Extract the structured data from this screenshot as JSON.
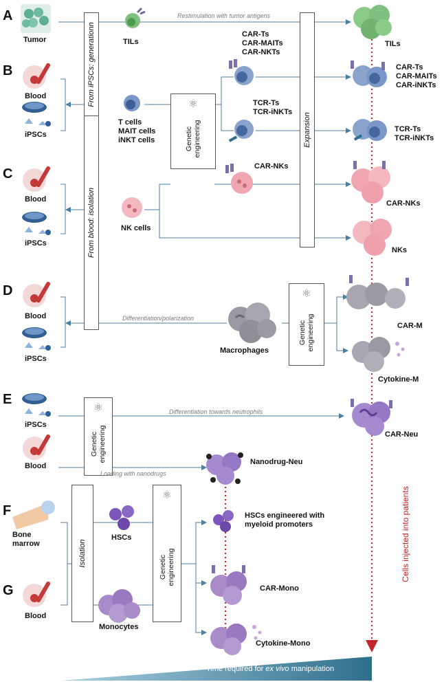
{
  "rows": {
    "a": "A",
    "b": "B",
    "c": "C",
    "d": "D",
    "e": "E",
    "f": "F",
    "g": "G"
  },
  "sources": {
    "tumor": "Tumor",
    "blood_b": "Blood",
    "ipscs_b": "iPSCs",
    "blood_c": "Blood",
    "ipscs_c": "iPSCs",
    "blood_d": "Blood",
    "ipscs_d": "iPSCs",
    "ipscs_e": "iPSCs",
    "blood_e": "Blood",
    "bone_marrow_1": "Bone",
    "bone_marrow_2": "marrow",
    "blood_g": "Blood"
  },
  "boxes": {
    "from_ipscs": "From iPSCs: generationn",
    "from_blood": "From blood: isolation",
    "expansion": "Expansion",
    "genetic_1": "Genetic",
    "genetic_2": "engineering",
    "isolation": "Isolation"
  },
  "annotations": {
    "restimulation": "Restimulation with tumor antigens",
    "differentiation": "Differentiation/polarization",
    "neutrophils": "Differentiation towards neutrophils",
    "nanodrugs": "Loading with nanodrugs"
  },
  "cells": {
    "tils_mid": "TILs",
    "tcells_1": "T cells",
    "tcells_2": "MAIT cells",
    "tcells_3": "iNKT cells",
    "car_mid_1": "CAR-Ts",
    "car_mid_2": "CAR-MAITs",
    "car_mid_3": "CAR-NKTs",
    "tcr_mid_1": "TCR-Ts",
    "tcr_mid_2": "TCR-iNKTs",
    "carnk_mid": "CAR-NKs",
    "nk_cells": "NK cells",
    "macrophages": "Macrophages",
    "hscs": "HSCs",
    "monocytes": "Monocytes"
  },
  "products": {
    "tils": "TILs",
    "car_1": "CAR-Ts",
    "car_2": "CAR-MAITs",
    "car_3": "CAR-iNKTs",
    "tcr_1": "TCR-Ts",
    "tcr_2": "TCR-iNKTs",
    "car_nks": "CAR-NKs",
    "nks": "NKs",
    "car_m": "CAR-M",
    "cytokine_m": "Cytokine-M",
    "car_neu": "CAR-Neu",
    "nanodrug_neu": "Nanodrug-Neu",
    "hscs_eng_1": "HSCs engineered with",
    "hscs_eng_2": "myeloid promoters",
    "car_mono": "CAR-Mono",
    "cytokine_mono": "Cytokine-Mono"
  },
  "injection_label": "Cells injected into patients",
  "time_bar": {
    "prefix": "Time required for ",
    "emph": "ex vivo",
    "suffix": " manipulation"
  },
  "colors": {
    "arrow": "#4a7fa5",
    "injection": "#c0262a",
    "t_cell": "#6b8bc4",
    "nk_cell": "#f0a6b1",
    "macrophage": "#9a9aa3",
    "neutrophil": "#8a6ab5",
    "hsc": "#7b55b8",
    "monocyte": "#8e66b9",
    "til": "#7fbf7f",
    "tumor": "#5fae96",
    "blood": "#c43a3a",
    "time_bar": "#3c7f9b"
  }
}
